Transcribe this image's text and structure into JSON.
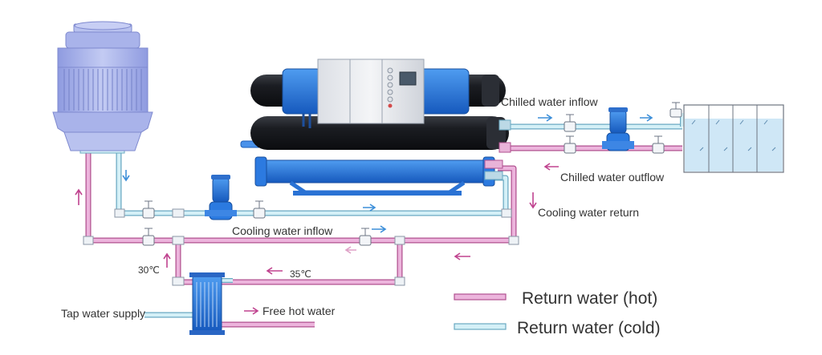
{
  "labels": {
    "chilled_inflow": "Chilled water inflow",
    "chilled_outflow": "Chilled water outflow",
    "cooling_return": "Cooling water return",
    "cooling_inflow": "Cooling water inflow",
    "temp_30": "30℃",
    "temp_35": "35℃",
    "tap_supply": "Tap water supply",
    "free_hot": "Free hot water"
  },
  "legend": {
    "hot": "Return water (hot)",
    "cold": "Return water (cold)"
  },
  "colors": {
    "hot_pipe": "#e8a6d6",
    "hot_pipe_edge": "#b0508f",
    "cold_pipe": "#c9ecf4",
    "cold_pipe_edge": "#6aa9c2",
    "equipment_blue": "#1e6fd8",
    "tower_body": "#aab4ea"
  },
  "icons": {
    "cooling_tower": "cooling-tower-icon",
    "chiller": "water-chiller-icon",
    "pump": "pump-icon",
    "valve": "valve-icon",
    "tank": "water-tank-icon",
    "heat_exchanger": "plate-heat-exchanger-icon"
  }
}
